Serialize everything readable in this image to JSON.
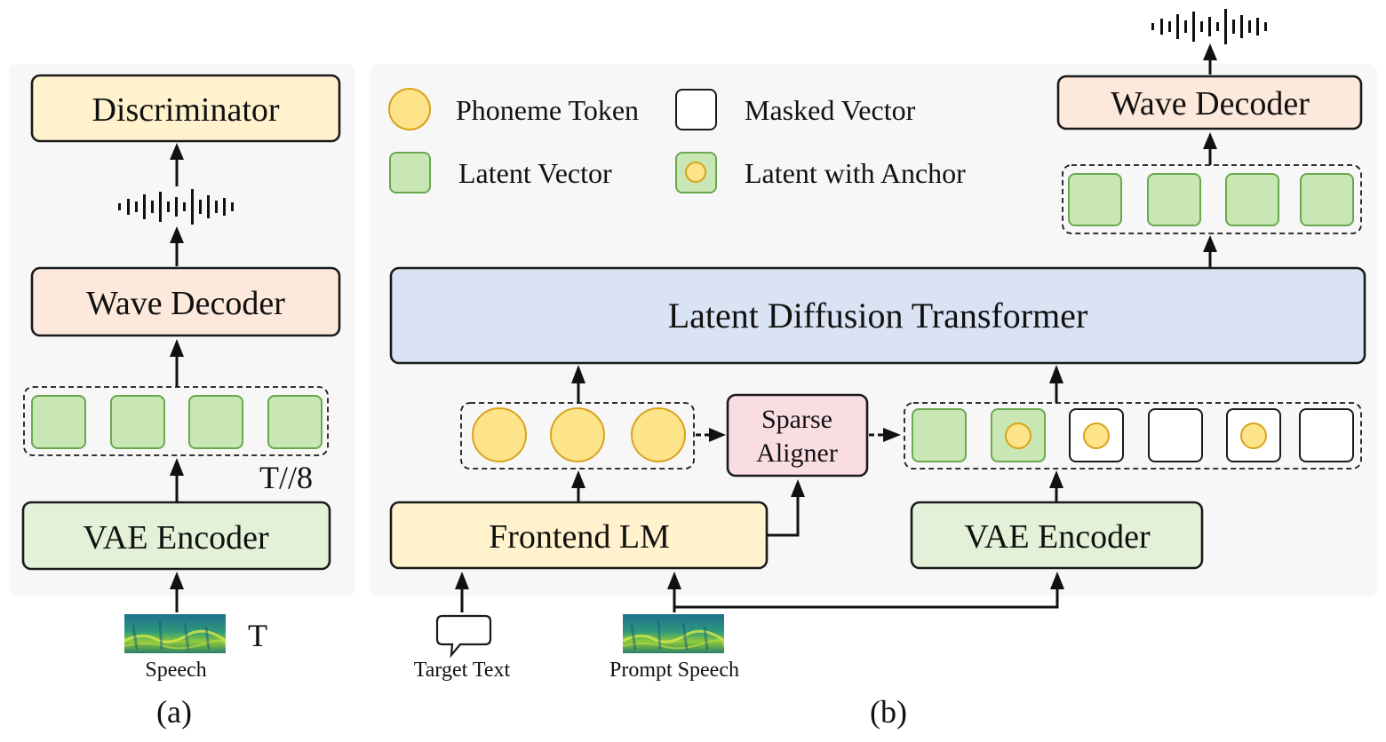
{
  "colors": {
    "panel_bg": "#f7f7f7",
    "discriminator": "#fff2cc",
    "wave_decoder": "#fce9dc",
    "vae_encoder": "#e3f1d9",
    "frontend_lm": "#fff2cc",
    "ldt": "#dae3f3",
    "sparse_aligner": "#f9dde3",
    "latent_fill": "#c9e7b5",
    "latent_stroke": "#6aa84f",
    "phoneme_fill": "#fde38a",
    "phoneme_stroke": "#d9a31c"
  },
  "panel_a": {
    "caption": "(a)",
    "discriminator": "Discriminator",
    "wave_decoder": "Wave Decoder",
    "vae_encoder": "VAE Encoder",
    "frame_rate": "T//8",
    "input_length": "T",
    "input_label": "Speech",
    "input_icon": "spectrogram-icon",
    "output_icon": "waveform-icon"
  },
  "panel_b": {
    "caption": "(b)",
    "legend": {
      "phoneme": "Phoneme Token",
      "masked": "Masked Vector",
      "latent": "Latent Vector",
      "anchor": "Latent with Anchor"
    },
    "wave_decoder": "Wave Decoder",
    "ldt": "Latent Diffusion Transformer",
    "sparse_aligner": [
      "Sparse",
      "Aligner"
    ],
    "frontend_lm": "Frontend LM",
    "vae_encoder": "VAE Encoder",
    "target_text": "Target Text",
    "prompt_speech": "Prompt Speech",
    "text_icon": "speech-bubble-icon",
    "speech_icon": "spectrogram-icon",
    "output_icon": "waveform-icon"
  }
}
